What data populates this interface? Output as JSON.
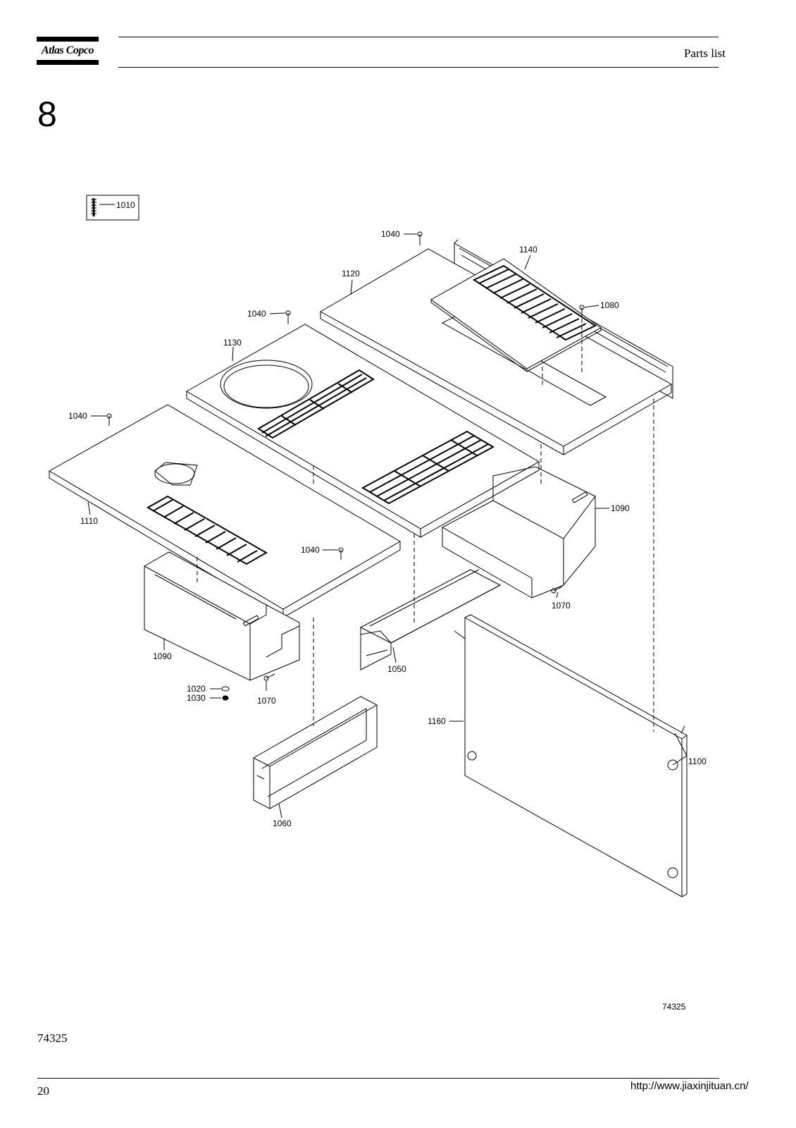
{
  "header": {
    "brand": "Atlas Copco",
    "section_title": "Parts list"
  },
  "chapter_number": "8",
  "drawing": {
    "figure_number": "74325",
    "legend_label": "1010",
    "callouts": {
      "c1040_top": "1040",
      "c1140": "1140",
      "c1120": "1120",
      "c1080": "1080",
      "c1040_mid": "1040",
      "c1130": "1130",
      "c1040_left": "1040",
      "c1090_right": "1090",
      "c1110": "1110",
      "c1040_low": "1040",
      "c1070_right": "1070",
      "c1090_left": "1090",
      "c1050": "1050",
      "c1020": "1020",
      "c1030": "1030",
      "c1070_left": "1070",
      "c1160": "1160",
      "c1100": "1100",
      "c1060": "1060"
    }
  },
  "footer": {
    "doc_number": "74325",
    "page_number": "20",
    "url": "http://www.jiaxinjituan.cn/"
  }
}
